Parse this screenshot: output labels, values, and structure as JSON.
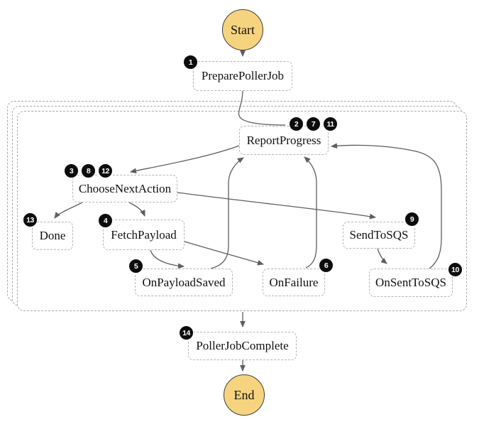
{
  "diagram": {
    "nodes": {
      "start": {
        "label": "Start"
      },
      "prepare": {
        "label": "PreparePollerJob",
        "badges": [
          "1"
        ]
      },
      "report": {
        "label": "ReportProgress",
        "badges": [
          "2",
          "7",
          "11"
        ]
      },
      "choose": {
        "label": "ChooseNextAction",
        "badges": [
          "3",
          "8",
          "12"
        ]
      },
      "done": {
        "label": "Done",
        "badges": [
          "13"
        ]
      },
      "fetch": {
        "label": "FetchPayload",
        "badges": [
          "4"
        ]
      },
      "sendtosqs": {
        "label": "SendToSQS",
        "badges": [
          "9"
        ]
      },
      "onpayloadsaved": {
        "label": "OnPayloadSaved",
        "badges": [
          "5"
        ]
      },
      "onfailure": {
        "label": "OnFailure",
        "badges": [
          "6"
        ]
      },
      "onsenttosqs": {
        "label": "OnSentToSQS",
        "badges": [
          "10"
        ]
      },
      "pollerjobcomplete": {
        "label": "PollerJobComplete",
        "badges": [
          "14"
        ]
      },
      "end": {
        "label": "End"
      }
    },
    "edges": [
      {
        "from": "Start",
        "to": "PreparePollerJob"
      },
      {
        "from": "PreparePollerJob",
        "to": "ReportProgress"
      },
      {
        "from": "ReportProgress",
        "to": "ChooseNextAction"
      },
      {
        "from": "ChooseNextAction",
        "to": "Done"
      },
      {
        "from": "ChooseNextAction",
        "to": "FetchPayload"
      },
      {
        "from": "ChooseNextAction",
        "to": "SendToSQS"
      },
      {
        "from": "FetchPayload",
        "to": "OnPayloadSaved"
      },
      {
        "from": "FetchPayload",
        "to": "OnFailure"
      },
      {
        "from": "SendToSQS",
        "to": "OnSentToSQS"
      },
      {
        "from": "OnPayloadSaved",
        "to": "ReportProgress"
      },
      {
        "from": "OnFailure",
        "to": "ReportProgress"
      },
      {
        "from": "OnSentToSQS",
        "to": "ReportProgress"
      },
      {
        "from": "LoopContainer",
        "to": "PollerJobComplete"
      },
      {
        "from": "PollerJobComplete",
        "to": "End"
      }
    ],
    "colors": {
      "terminal_fill": "#F6D37E",
      "terminal_border": "#3F3F3F",
      "badge_bg": "#0C0C0C",
      "badge_text": "#FFFFFF",
      "dashed_border": "#ABABAB",
      "edge": "#5E5E5E",
      "node_text": "#101010",
      "background": "#FFFFFF"
    }
  }
}
